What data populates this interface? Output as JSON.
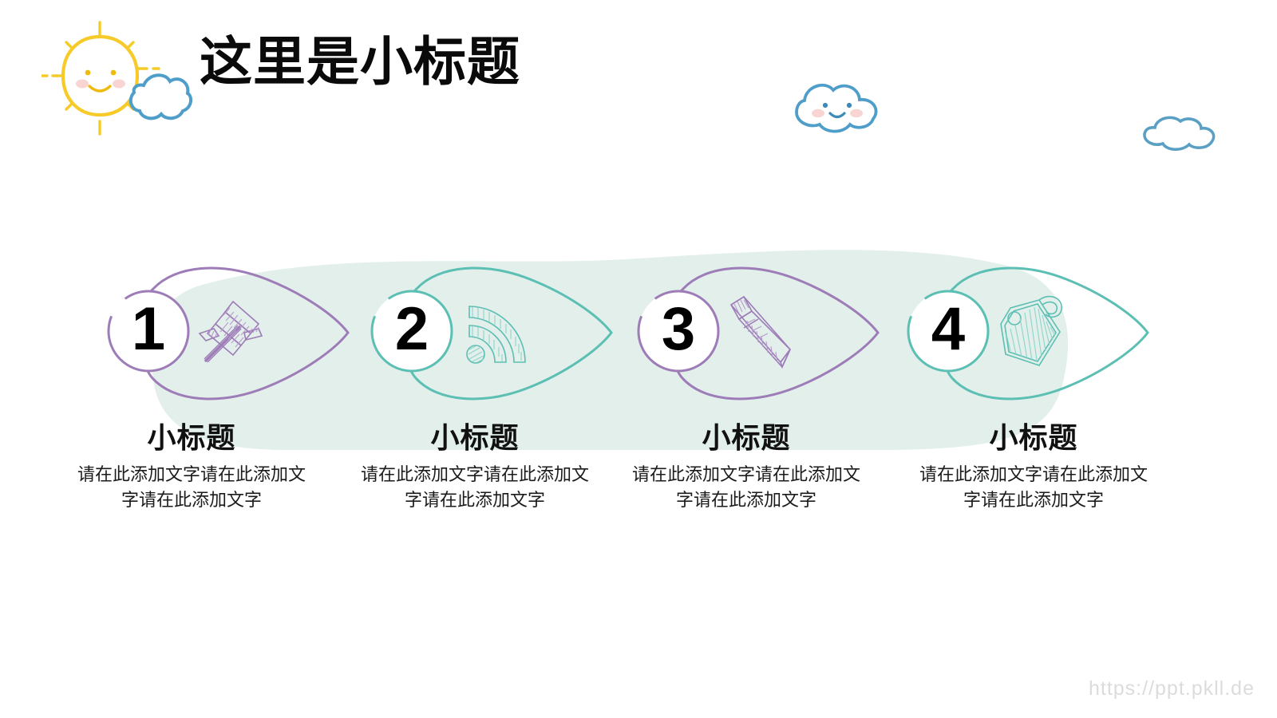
{
  "header": {
    "title": "这里是小标题",
    "decorations": [
      {
        "name": "sun-cloud-icon",
        "kind": "sun-with-cloud"
      },
      {
        "name": "cloud-face-icon",
        "kind": "smiling-cloud"
      },
      {
        "name": "cloud-plain-icon",
        "kind": "plain-cloud"
      }
    ]
  },
  "colors": {
    "purple": "#9d7cb8",
    "teal": "#5cbfb4",
    "sun_yellow": "#f6cb29",
    "cloud_blue": "#4e9ec9",
    "cheek_pink": "#f8d4d2",
    "blob_mint": "#e2efea",
    "number_black": "#000000",
    "watermark_grey": "#dcdcdc"
  },
  "steps": [
    {
      "number": "1",
      "accent": "#9d7cb8",
      "icon": "pushpin-icon",
      "title": "小标题",
      "body": "请在此添加文字请在此添加文字请在此添加文字"
    },
    {
      "number": "2",
      "accent": "#5cbfb4",
      "icon": "rss-signal-icon",
      "title": "小标题",
      "body": "请在此添加文字请在此添加文字请在此添加文字"
    },
    {
      "number": "3",
      "accent": "#9d7cb8",
      "icon": "pencil-icon",
      "title": "小标题",
      "body": "请在此添加文字请在此添加文字请在此添加文字"
    },
    {
      "number": "4",
      "accent": "#5cbfb4",
      "icon": "price-tag-icon",
      "title": "小标题",
      "body": "请在此添加文字请在此添加文字请在此添加文字"
    }
  ],
  "watermark": {
    "text": "https://ppt.pkll.de"
  }
}
